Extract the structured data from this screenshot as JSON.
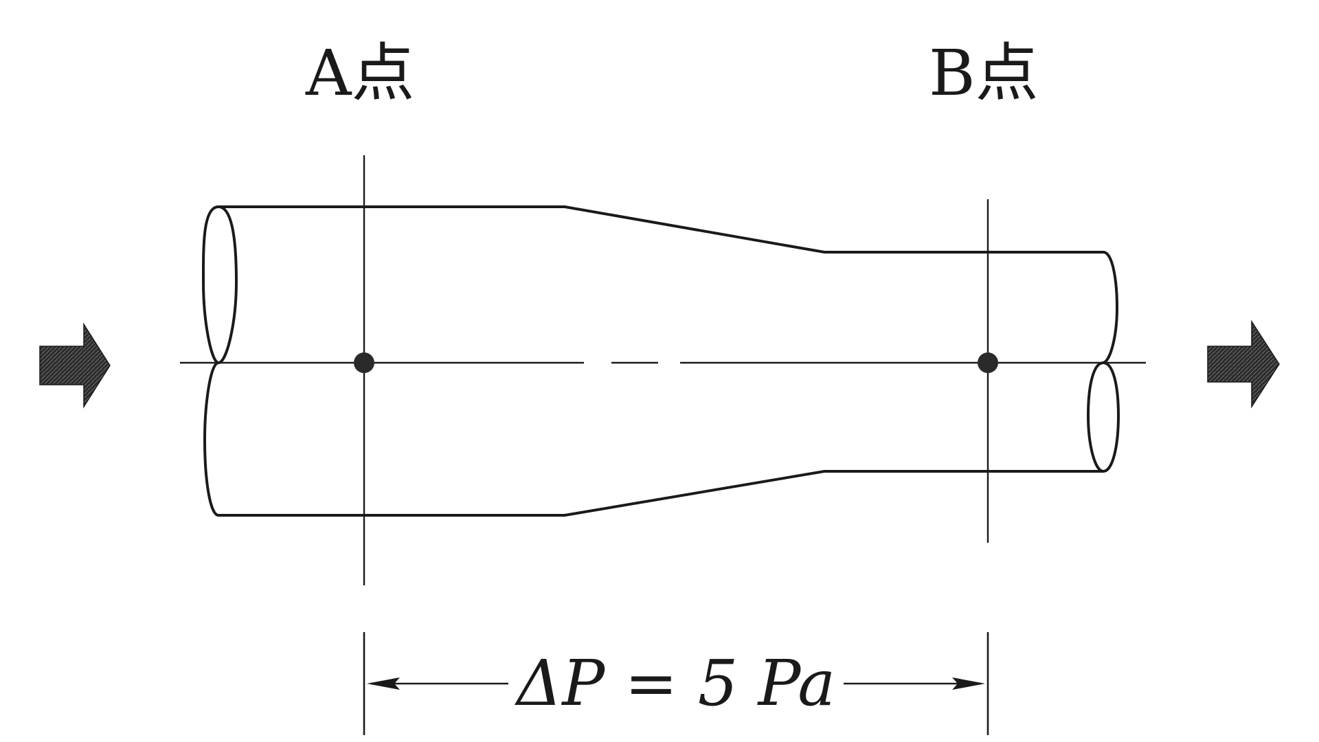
{
  "labels": {
    "point_a": "A点",
    "point_b": "B点",
    "pressure_difference": "ΔP = 5 Pa"
  },
  "colors": {
    "line": "#1a1a1a",
    "flow_arrow": "#2e2e2e",
    "background": "#ffffff"
  },
  "icons": {
    "inlet_arrow": "thick-right-arrow",
    "outlet_arrow": "thick-right-arrow"
  }
}
